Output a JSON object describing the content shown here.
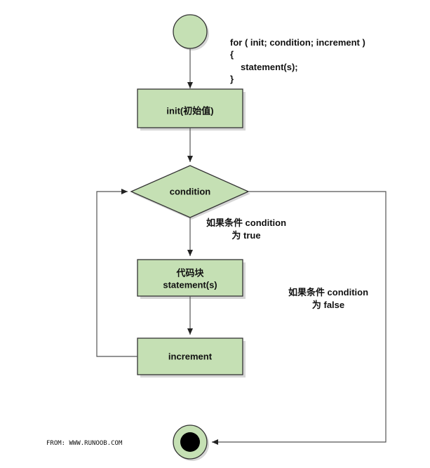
{
  "code_snippet": {
    "line1": "for ( init; condition; increment )",
    "line2": "{",
    "line3": "statement(s);",
    "line4": "}"
  },
  "nodes": {
    "init": "init(初始值)",
    "condition": "condition",
    "body_line1": "代码块",
    "body_line2": "statement(s)",
    "increment": "increment"
  },
  "labels": {
    "true_line1": "如果条件 condition",
    "true_line2": "为 true",
    "false_line1": "如果条件 condition",
    "false_line2": "为 false"
  },
  "source": "FROM: WWW.RUNOOB.COM",
  "colors": {
    "node_fill": "#c5e0b4",
    "node_stroke": "#333333",
    "end_fill": "#000000"
  }
}
